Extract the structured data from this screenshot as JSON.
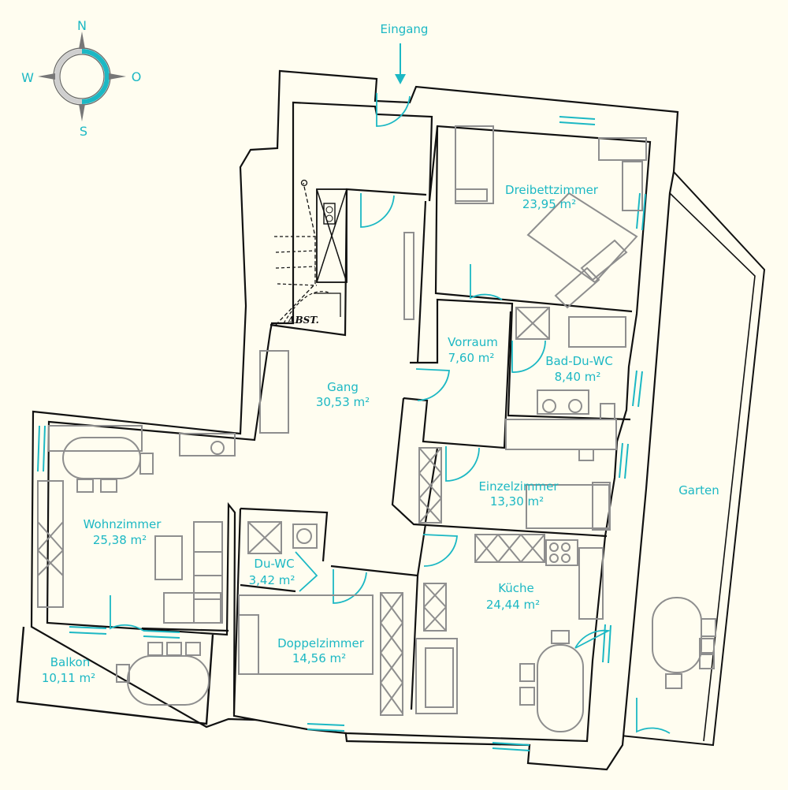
{
  "compass": {
    "north": "N",
    "east": "O",
    "south": "S",
    "west": "W"
  },
  "entrance_label": "Eingang",
  "stair_label": "ABST.",
  "rooms": [
    {
      "id": "dreibettzimmer",
      "name": "Dreibettzimmer",
      "area": "23,95 m²"
    },
    {
      "id": "vorraum",
      "name": "Vorraum",
      "area": "7,60 m²"
    },
    {
      "id": "bad",
      "name": "Bad-Du-WC",
      "area": "8,40 m²"
    },
    {
      "id": "gang",
      "name": "Gang",
      "area": "30,53 m²"
    },
    {
      "id": "einzelzimmer",
      "name": "Einzelzimmer",
      "area": "13,30 m²"
    },
    {
      "id": "wohnzimmer",
      "name": "Wohnzimmer",
      "area": "25,38 m²"
    },
    {
      "id": "duwc",
      "name": "Du-WC",
      "area": "3,42 m²"
    },
    {
      "id": "kueche",
      "name": "Küche",
      "area": "24,44 m²"
    },
    {
      "id": "doppelzimmer",
      "name": "Doppelzimmer",
      "area": "14,56 m²"
    },
    {
      "id": "balkon",
      "name": "Balkon",
      "area": "10,11 m²"
    }
  ],
  "garden_label": "Garten",
  "accent_color": "#1cb8c4"
}
